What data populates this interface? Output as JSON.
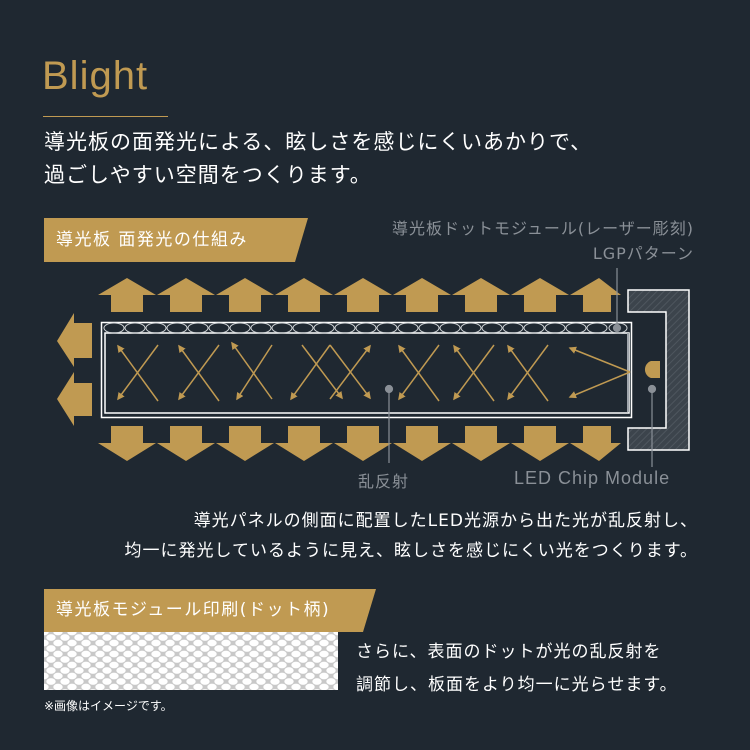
{
  "header": {
    "brand": "Blight",
    "lead_lines": [
      "導光板の面発光による、眩しさを感じにくいあかりで、",
      "過ごしやすい空間をつくります。"
    ]
  },
  "section1": {
    "ribbon": "導光板 面発光の仕組み",
    "labels": {
      "lgp_line1": "導光板ドットモジュール(レーザー彫刻)",
      "lgp_line2": "LGPパターン",
      "scatter": "乱反射",
      "led": "LED Chip Module"
    },
    "description_lines": [
      "導光パネルの側面に配置したLED光源から出た光が乱反射し、",
      "均一に発光しているように見え、眩しさを感じにくい光をつくります。"
    ]
  },
  "section2": {
    "ribbon": "導光板モジュール印刷(ドット柄)",
    "image_alt": "dot-pattern-photo",
    "note": "※画像はイメージです。",
    "description_lines": [
      "さらに、表面のドットが光の乱反射を",
      "調節し、板面をより均一に光らせます。"
    ]
  },
  "colors": {
    "background": "#1f2831",
    "accent_gold": "#c09a52",
    "label_grey": "#8a9097",
    "text_white": "#ffffff"
  },
  "diagram": {
    "up_arrows": 9,
    "down_arrows": 9,
    "left_arrows": 2,
    "scatter_crosses": 7
  }
}
